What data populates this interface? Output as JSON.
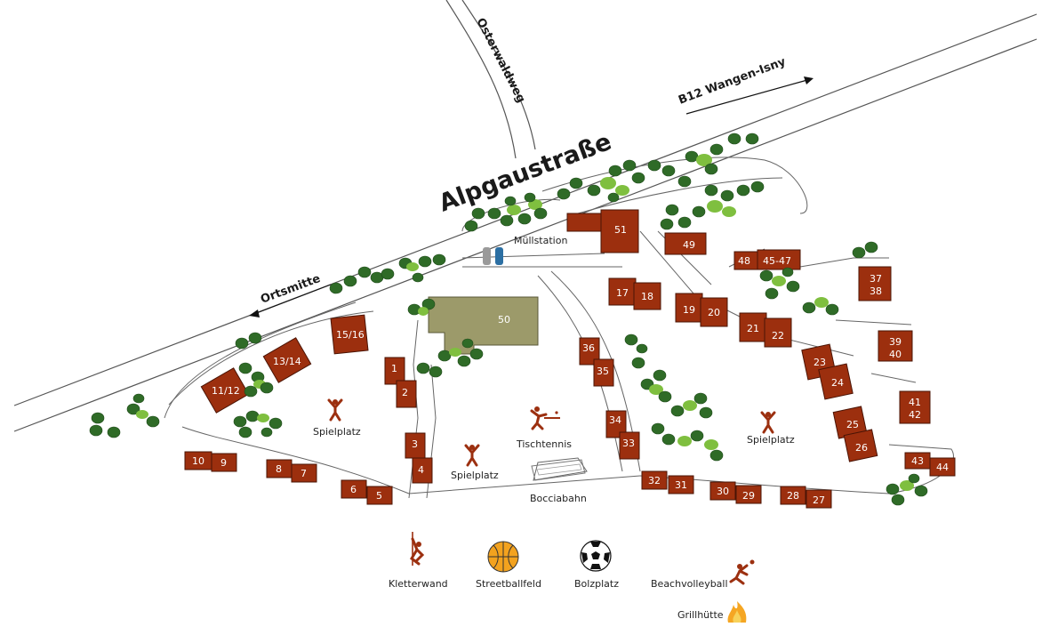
{
  "roads": {
    "main": "Alpgaustraße",
    "side": "Osterwaldweg",
    "to_right": "B12 Wangen-Isny",
    "to_left": "Ortsmitte"
  },
  "facilities": {
    "muellstation": "Müllstation",
    "spielplatz_a": "Spielplatz",
    "spielplatz_b": "Spielplatz",
    "spielplatz_c": "Spielplatz",
    "tischtennis": "Tischtennis",
    "bocciabahn": "Bocciabahn"
  },
  "buildings": {
    "b1": "1",
    "b2": "2",
    "b3": "3",
    "b4": "4",
    "b5": "5",
    "b6": "6",
    "b7": "7",
    "b8": "8",
    "b9": "9",
    "b10": "10",
    "b11": "11/12",
    "b13": "13/14",
    "b15": "15/16",
    "b17": "17",
    "b18": "18",
    "b19": "19",
    "b20": "20",
    "b21": "21",
    "b22": "22",
    "b23": "23",
    "b24": "24",
    "b25": "25",
    "b26": "26",
    "b27": "27",
    "b28": "28",
    "b29": "29",
    "b30": "30",
    "b31": "31",
    "b32": "32",
    "b33": "33",
    "b34": "34",
    "b35": "35",
    "b36": "36",
    "b37": "37",
    "b38": "38",
    "b39": "39",
    "b40": "40",
    "b41": "41",
    "b42": "42",
    "b43": "43",
    "b44": "44",
    "b45": "45-47",
    "b48": "48",
    "b49": "49",
    "b50": "50",
    "b51": "51"
  },
  "legend": {
    "kletterwand": "Kletterwand",
    "streetball": "Streetballfeld",
    "bolzplatz": "Bolzplatz",
    "beachvolleyball": "Beachvolleyball",
    "grillhuette": "Grillhütte"
  },
  "colors": {
    "house": "#9c2f0e",
    "community_building": "#9c9a6a",
    "tree_dark": "#2f6b27",
    "tree_light": "#7fbf3f",
    "icon": "#9c3010"
  }
}
